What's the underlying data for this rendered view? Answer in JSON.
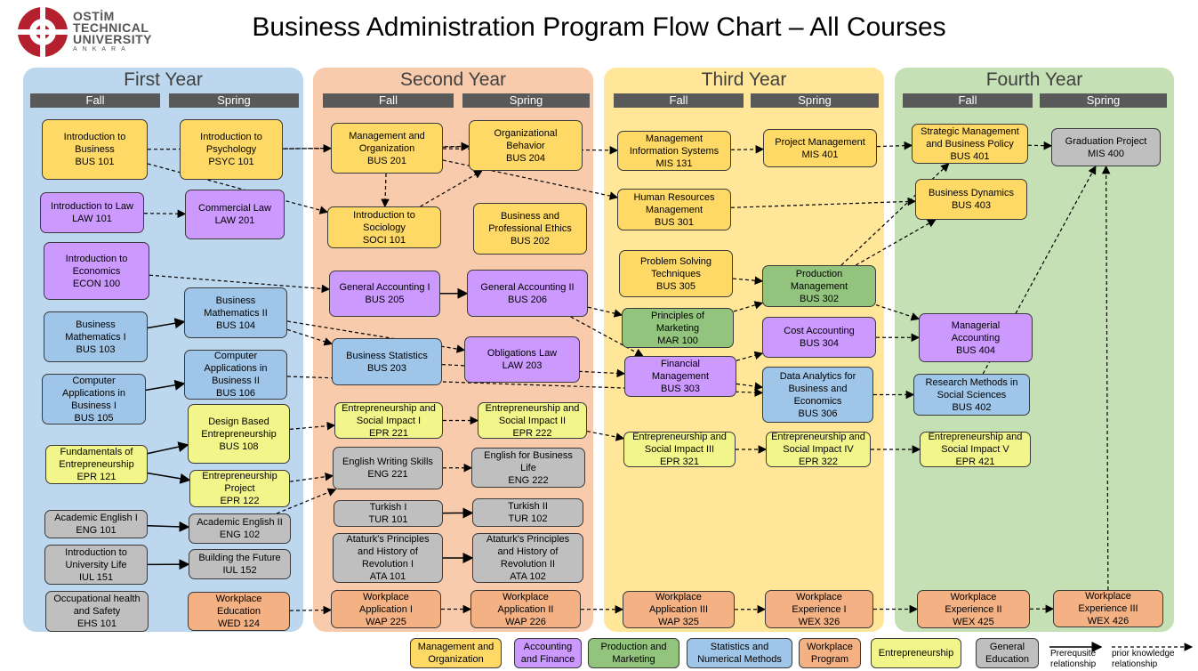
{
  "title": "Business Administration Program Flow Chart – All Courses",
  "logo": {
    "line1": "OSTİM",
    "line2": "TECHNICAL",
    "line3": "UNIVERSITY",
    "line4": "ANKARA"
  },
  "colors": {
    "management": "#ffd966",
    "accounting": "#cc99ff",
    "production": "#93c47d",
    "statistics": "#9fc5e8",
    "workplace": "#f4b183",
    "entrepreneurship": "#f2f58a",
    "general": "#bfbfbf"
  },
  "years": [
    {
      "title": "First Year",
      "fall": "Fall",
      "spring": "Spring"
    },
    {
      "title": "Second Year",
      "fall": "Fall",
      "spring": "Spring"
    },
    {
      "title": "Third Year",
      "fall": "Fall",
      "spring": "Spring"
    },
    {
      "title": "Fourth Year",
      "fall": "Fall",
      "spring": "Spring"
    }
  ],
  "courses": [
    {
      "id": "BUS101",
      "label": "Introduction to\nBusiness\nBUS 101",
      "cat": "management"
    },
    {
      "id": "PSYC101",
      "label": "Introduction to\nPsychology\nPSYC 101",
      "cat": "management"
    },
    {
      "id": "LAW101",
      "label": "Introduction to Law\nLAW 101",
      "cat": "accounting"
    },
    {
      "id": "LAW201",
      "label": "Commercial Law\nLAW 201",
      "cat": "accounting"
    },
    {
      "id": "ECON100",
      "label": "Introduction to\nEconomics\nECON 100",
      "cat": "accounting"
    },
    {
      "id": "BUS103",
      "label": "Business\nMathematics I\nBUS 103",
      "cat": "statistics"
    },
    {
      "id": "BUS104",
      "label": "Business\nMathematics II\nBUS 104",
      "cat": "statistics"
    },
    {
      "id": "BUS105",
      "label": "Computer\nApplications in\nBusiness I\nBUS 105",
      "cat": "statistics"
    },
    {
      "id": "BUS106",
      "label": "Computer\nApplications in\nBusiness II\nBUS 106",
      "cat": "statistics"
    },
    {
      "id": "EPR121",
      "label": "Fundamentals of\nEntrepreneurship\nEPR 121",
      "cat": "entrepreneurship"
    },
    {
      "id": "BUS108",
      "label": "Design Based\nEntrepreneurship\nBUS 108",
      "cat": "entrepreneurship"
    },
    {
      "id": "EPR122",
      "label": "Entrepreneurship\nProject\nEPR 122",
      "cat": "entrepreneurship"
    },
    {
      "id": "ENG101",
      "label": "Academic English I\nENG 101",
      "cat": "general"
    },
    {
      "id": "ENG102",
      "label": "Academic English II\nENG 102",
      "cat": "general"
    },
    {
      "id": "IUL151",
      "label": "Introduction to\nUniversity Life\nIUL 151",
      "cat": "general"
    },
    {
      "id": "IUL152",
      "label": "Building the Future\nIUL 152",
      "cat": "general"
    },
    {
      "id": "EHS101",
      "label": "Occupational health\nand Safety\nEHS 101",
      "cat": "general"
    },
    {
      "id": "WED124",
      "label": "Workplace\nEducation\nWED 124",
      "cat": "workplace"
    },
    {
      "id": "BUS201",
      "label": "Management and\nOrganization\nBUS 201",
      "cat": "management"
    },
    {
      "id": "BUS204",
      "label": "Organizational\nBehavior\nBUS 204",
      "cat": "management"
    },
    {
      "id": "SOCI101",
      "label": "Introduction to\nSociology\nSOCI 101",
      "cat": "management"
    },
    {
      "id": "BUS202",
      "label": "Business and\nProfessional Ethics\nBUS 202",
      "cat": "management"
    },
    {
      "id": "BUS205",
      "label": "General Accounting I\nBUS 205",
      "cat": "accounting"
    },
    {
      "id": "BUS206",
      "label": "General Accounting II\nBUS 206",
      "cat": "accounting"
    },
    {
      "id": "BUS203",
      "label": "Business Statistics\nBUS 203",
      "cat": "statistics"
    },
    {
      "id": "LAW203",
      "label": "Obligations Law\nLAW 203",
      "cat": "accounting"
    },
    {
      "id": "EPR221",
      "label": "Entrepreneurship and\nSocial Impact I\nEPR 221",
      "cat": "entrepreneurship"
    },
    {
      "id": "EPR222",
      "label": "Entrepreneurship and\nSocial Impact II\nEPR 222",
      "cat": "entrepreneurship"
    },
    {
      "id": "ENG221",
      "label": "English Writing Skills\nENG 221",
      "cat": "general"
    },
    {
      "id": "ENG222",
      "label": "English for Business\nLife\nENG 222",
      "cat": "general"
    },
    {
      "id": "TUR101",
      "label": "Turkish I\nTUR 101",
      "cat": "general"
    },
    {
      "id": "TUR102",
      "label": "Turkish II\nTUR 102",
      "cat": "general"
    },
    {
      "id": "ATA101",
      "label": "Ataturk's Principles\nand History of\nRevolution I\nATA 101",
      "cat": "general"
    },
    {
      "id": "ATA102",
      "label": "Ataturk's Principles\nand History of\nRevolution II\nATA 102",
      "cat": "general"
    },
    {
      "id": "WAP225",
      "label": "Workplace\nApplication I\nWAP  225",
      "cat": "workplace"
    },
    {
      "id": "WAP226",
      "label": "Workplace\nApplication II\nWAP 226",
      "cat": "workplace"
    },
    {
      "id": "MIS131",
      "label": "Management\nInformation Systems\nMIS 131",
      "cat": "management"
    },
    {
      "id": "MIS401",
      "label": "Project Management\nMIS 401",
      "cat": "management"
    },
    {
      "id": "BUS301",
      "label": "Human Resources\nManagement\nBUS 301",
      "cat": "management"
    },
    {
      "id": "BUS305",
      "label": "Problem Solving\nTechniques\nBUS 305",
      "cat": "management"
    },
    {
      "id": "BUS302",
      "label": "Production\nManagement\nBUS 302",
      "cat": "production"
    },
    {
      "id": "MAR100",
      "label": "Principles of\nMarketing\nMAR 100",
      "cat": "production"
    },
    {
      "id": "BUS304",
      "label": "Cost Accounting\nBUS 304",
      "cat": "accounting"
    },
    {
      "id": "BUS303",
      "label": "Financial\nManagement\nBUS 303",
      "cat": "accounting"
    },
    {
      "id": "BUS306",
      "label": "Data Analytics for\nBusiness and\nEconomics\nBUS 306",
      "cat": "statistics"
    },
    {
      "id": "EPR321",
      "label": "Entrepreneurship and\nSocial Impact III\nEPR 321",
      "cat": "entrepreneurship"
    },
    {
      "id": "EPR322",
      "label": "Entrepreneurship and\nSocial Impact IV\nEPR 322",
      "cat": "entrepreneurship"
    },
    {
      "id": "WAP325",
      "label": "Workplace\nApplication III\nWAP 325",
      "cat": "workplace"
    },
    {
      "id": "WEX326",
      "label": "Workplace\nExperience I\nWEX 326",
      "cat": "workplace"
    },
    {
      "id": "BUS401",
      "label": "Strategic Management\nand Business Policy\nBUS 401",
      "cat": "management"
    },
    {
      "id": "MIS400",
      "label": "Graduation Project\nMIS 400",
      "cat": "general"
    },
    {
      "id": "BUS403",
      "label": "Business Dynamics\nBUS 403",
      "cat": "management"
    },
    {
      "id": "BUS404",
      "label": "Managerial\nAccounting\nBUS 404",
      "cat": "accounting"
    },
    {
      "id": "BUS402",
      "label": "Research Methods in\nSocial Sciences\nBUS 402",
      "cat": "statistics"
    },
    {
      "id": "EPR421",
      "label": "Entrepreneurship and\nSocial Impact V\nEPR 421",
      "cat": "entrepreneurship"
    },
    {
      "id": "WEX425",
      "label": "Workplace\nExperience II\nWEX 425",
      "cat": "workplace"
    },
    {
      "id": "WEX426",
      "label": "Workplace\nExperience III\nWEX 426",
      "cat": "workplace"
    }
  ],
  "edges": [
    {
      "from": "LAW101",
      "to": "LAW201",
      "style": "dashed"
    },
    {
      "from": "BUS103",
      "to": "BUS104",
      "style": "solid"
    },
    {
      "from": "BUS105",
      "to": "BUS106",
      "style": "solid"
    },
    {
      "from": "EPR121",
      "to": "BUS108",
      "style": "solid"
    },
    {
      "from": "EPR121",
      "to": "EPR122",
      "style": "solid"
    },
    {
      "from": "ENG101",
      "to": "ENG102",
      "style": "solid"
    },
    {
      "from": "IUL151",
      "to": "IUL152",
      "style": "solid"
    },
    {
      "from": "BUS101",
      "to": "BUS201",
      "style": "dashed"
    },
    {
      "from": "BUS101",
      "to": "SOCI101",
      "style": "dashed"
    },
    {
      "from": "PSYC101",
      "to": "BUS204",
      "style": "dashed"
    },
    {
      "from": "BUS201",
      "to": "BUS204",
      "style": "dashed"
    },
    {
      "from": "BUS201",
      "to": "SOCI101",
      "style": "dashed"
    },
    {
      "from": "BUS201",
      "to": "BUS301",
      "style": "dashed"
    },
    {
      "from": "BUS201",
      "to": "MIS131",
      "style": "dashed"
    },
    {
      "from": "SOCI101",
      "to": "BUS204",
      "style": "dashed"
    },
    {
      "from": "ECON100",
      "to": "BUS205",
      "style": "dashed"
    },
    {
      "from": "BUS104",
      "to": "BUS203",
      "style": "dashed"
    },
    {
      "from": "BUS104",
      "to": "LAW203",
      "style": "dashed"
    },
    {
      "from": "BUS205",
      "to": "BUS206",
      "style": "solid"
    },
    {
      "from": "BUS206",
      "to": "MAR100",
      "style": "dashed"
    },
    {
      "from": "BUS206",
      "to": "BUS303",
      "style": "dashed"
    },
    {
      "from": "BUS203",
      "to": "BUS303",
      "style": "dashed"
    },
    {
      "from": "BUS106",
      "to": "BUS306",
      "style": "dashed"
    },
    {
      "from": "BUS108",
      "to": "EPR221",
      "style": "dashed"
    },
    {
      "from": "EPR122",
      "to": "ENG221",
      "style": "dashed"
    },
    {
      "from": "ENG102",
      "to": "ENG221",
      "style": "dashed"
    },
    {
      "from": "EPR221",
      "to": "EPR222",
      "style": "dashed"
    },
    {
      "from": "ENG221",
      "to": "ENG222",
      "style": "dashed"
    },
    {
      "from": "TUR101",
      "to": "TUR102",
      "style": "solid"
    },
    {
      "from": "ATA101",
      "to": "ATA102",
      "style": "solid"
    },
    {
      "from": "WED124",
      "to": "WAP225",
      "style": "dashed"
    },
    {
      "from": "WAP225",
      "to": "WAP226",
      "style": "dashed"
    },
    {
      "from": "WAP226",
      "to": "WAP325",
      "style": "dashed"
    },
    {
      "from": "WAP325",
      "to": "WEX326",
      "style": "dashed"
    },
    {
      "from": "WEX326",
      "to": "WEX425",
      "style": "dashed"
    },
    {
      "from": "WEX425",
      "to": "WEX426",
      "style": "dashed"
    },
    {
      "from": "WEX426",
      "to": "MIS400",
      "style": "dashed"
    },
    {
      "from": "EPR222",
      "to": "EPR321",
      "style": "dashed"
    },
    {
      "from": "EPR321",
      "to": "EPR322",
      "style": "dashed"
    },
    {
      "from": "EPR322",
      "to": "EPR421",
      "style": "dashed"
    },
    {
      "from": "MIS131",
      "to": "MIS401",
      "style": "dashed"
    },
    {
      "from": "MIS401",
      "to": "BUS401",
      "style": "dashed"
    },
    {
      "from": "BUS401",
      "to": "MIS400",
      "style": "dashed"
    },
    {
      "from": "BUS301",
      "to": "BUS403",
      "style": "dashed"
    },
    {
      "from": "BUS305",
      "to": "BUS302",
      "style": "dashed"
    },
    {
      "from": "MAR100",
      "to": "BUS302",
      "style": "dashed"
    },
    {
      "from": "BUS303",
      "to": "BUS304",
      "style": "dashed"
    },
    {
      "from": "BUS303",
      "to": "BUS306",
      "style": "dashed"
    },
    {
      "from": "BUS302",
      "to": "BUS401",
      "style": "dashed"
    },
    {
      "from": "BUS302",
      "to": "BUS404",
      "style": "dashed"
    },
    {
      "from": "BUS304",
      "to": "BUS404",
      "style": "dashed"
    },
    {
      "from": "BUS306",
      "to": "BUS402",
      "style": "dashed"
    },
    {
      "from": "BUS402",
      "to": "MIS400",
      "style": "dashed"
    },
    {
      "from": "BUS302",
      "to": "BUS403",
      "style": "dashed"
    }
  ],
  "legend": [
    {
      "label": "Management and\nOrganization",
      "cat": "management"
    },
    {
      "label": "Accounting\nand  Finance",
      "cat": "accounting"
    },
    {
      "label": "Production and\nMarketing",
      "cat": "production"
    },
    {
      "label": "Statistics and\nNumerical Methods",
      "cat": "statistics"
    },
    {
      "label": "Workplace\nProgram",
      "cat": "workplace"
    },
    {
      "label": "Entrepreneurship",
      "cat": "entrepreneurship"
    },
    {
      "label": "General\nEducation",
      "cat": "general"
    }
  ],
  "legend_lines": {
    "prerequisite": "Prerequsite\nrelationship",
    "prior": "prior knowledge\nrelationship"
  }
}
